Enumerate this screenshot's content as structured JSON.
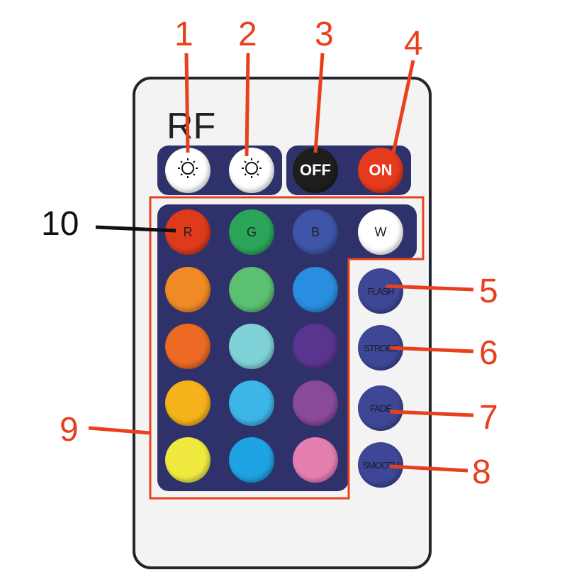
{
  "remote": {
    "brand": "RF"
  },
  "top_buttons": [
    {
      "id": 1,
      "label": "",
      "icon": "brightness-up-icon",
      "color": "#ffffff"
    },
    {
      "id": 2,
      "label": "",
      "icon": "brightness-down-icon",
      "color": "#ffffff"
    },
    {
      "id": 3,
      "label": "OFF",
      "color": "#1e1e1e"
    },
    {
      "id": 4,
      "label": "ON",
      "color": "#e63a1c"
    }
  ],
  "color_rows": [
    [
      {
        "label": "R",
        "color": "#e03a1c"
      },
      {
        "label": "G",
        "color": "#2aa55a"
      },
      {
        "label": "B",
        "color": "#3e55a8"
      },
      {
        "label": "W",
        "color": "#ffffff"
      }
    ],
    [
      {
        "color": "#f08a24"
      },
      {
        "color": "#5cc072"
      },
      {
        "color": "#2a8ee0"
      }
    ],
    [
      {
        "color": "#ec6a24"
      },
      {
        "color": "#7fd2d8"
      },
      {
        "color": "#5a3590"
      }
    ],
    [
      {
        "color": "#f6b21a"
      },
      {
        "color": "#3cb6e8"
      },
      {
        "color": "#8a4a9a"
      }
    ],
    [
      {
        "color": "#f0ea40"
      },
      {
        "color": "#1ea4e4"
      },
      {
        "color": "#e57fb0"
      }
    ]
  ],
  "mode_buttons": [
    {
      "label": "FLASH",
      "id": 5
    },
    {
      "label": "STROBE",
      "id": 6
    },
    {
      "label": "FADE",
      "id": 7
    },
    {
      "label": "SMOOTH",
      "id": 8
    }
  ],
  "callouts": {
    "n1": "1",
    "n2": "2",
    "n3": "3",
    "n4": "4",
    "n5": "5",
    "n6": "6",
    "n7": "7",
    "n8": "8",
    "n9": "9",
    "n10": "10"
  },
  "accent": "#e8401c"
}
